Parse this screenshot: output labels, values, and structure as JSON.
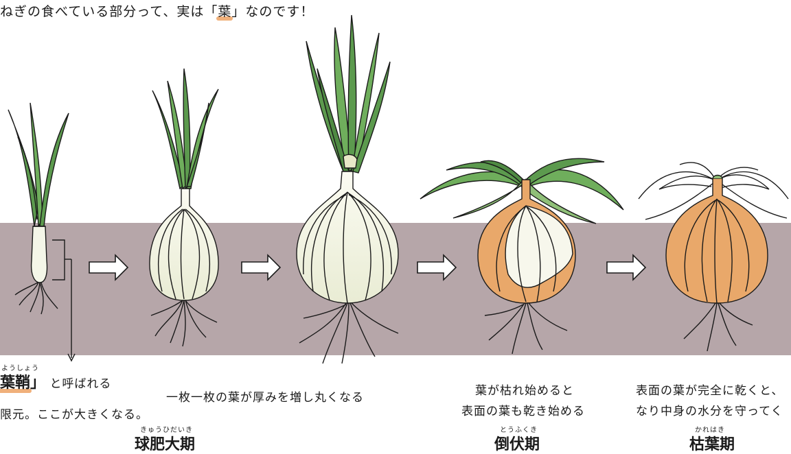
{
  "title": {
    "before": "ねぎの食べている部分って、実は",
    "open_bracket": "「",
    "highlight": "葉",
    "close_bracket": "」",
    "after": "なのです！"
  },
  "annotation_sheath": {
    "ruby": "ようしょう",
    "term": "葉鞘",
    "close_bracket": "」",
    "suffix": "と呼ばれる",
    "line2": "限元。ここが大きくなる。"
  },
  "captions": {
    "bulb_growth": "一枚一枚の葉が厚みを増し丸くなる",
    "lodging_line1": "葉が枯れ始めると",
    "lodging_line2": "表面の葉も乾き始める",
    "withered_line1": "表面の葉が完全に乾くと、",
    "withered_line2": "なり中身の水分を守ってく"
  },
  "stages": {
    "bulb_ruby": "きゅうひだいき",
    "bulb_label": "球肥大期",
    "lodging_ruby": "とうふくき",
    "lodging_label": "倒伏期",
    "withered_ruby": "かれはき",
    "withered_label": "枯葉期"
  },
  "colors": {
    "soil": "#b6a6a9",
    "leaf": "#5c9a4e",
    "bulb_white": "#f7f7ec",
    "bulb_orange": "#e9a86a",
    "highlight": "#f0b07a",
    "ink": "#1a1a1a"
  }
}
